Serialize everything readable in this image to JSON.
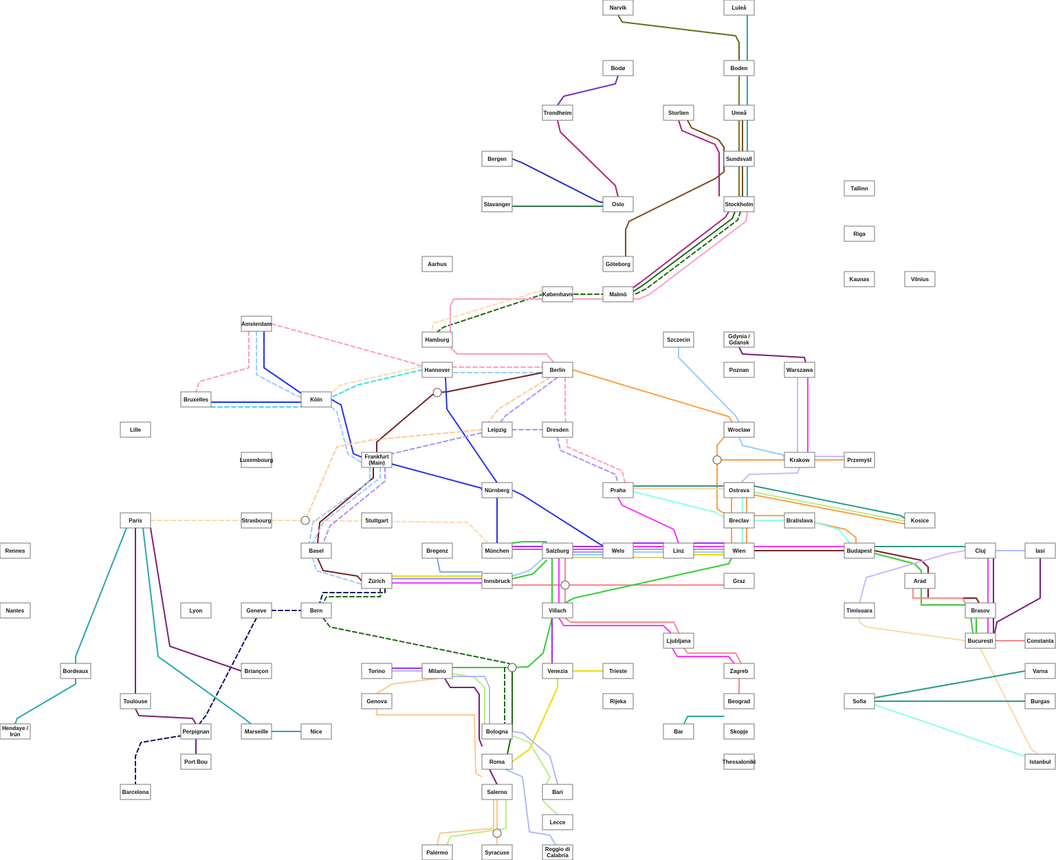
{
  "map": {
    "colors": {
      "olive": "#7a7a1f",
      "teal": "#2aa6b0",
      "darkolive": "#6b6b12",
      "brown": "#7a4a15",
      "purple": "#7a2fbf",
      "magenta": "#b0207c",
      "navy": "#1f2fbf",
      "green": "#2a7a4a",
      "pink": "#ff9cc8",
      "darkgreen": "#1a6a10",
      "blue": "#2233ee",
      "cyan": "#33ddee",
      "lightblue": "#77aaee",
      "orange": "#ffa040",
      "lightorange": "#ffc890",
      "maroon": "#7a1f1f",
      "lavender": "#a890ff",
      "violet": "#9b30ff",
      "lime": "#33cc33",
      "yellow": "#eedd00",
      "salmon": "#ff8888",
      "red": "#cc2222",
      "sky": "#99ccff",
      "mint": "#88ffee",
      "fuchsia": "#ff33ff",
      "dnavy": "#111166",
      "sea": "#2a9a8a",
      "plum": "#7a1f7a",
      "paleorange": "#ffd8a8",
      "palepurple": "#ccb8ff",
      "lightgreen": "#b8ee88",
      "periwinkle": "#b0b8ff"
    },
    "stations": [
      {
        "id": "narvik",
        "label": "Narvik"
      },
      {
        "id": "lulea",
        "label": "Luleå"
      },
      {
        "id": "bodo",
        "label": "Bodø"
      },
      {
        "id": "boden",
        "label": "Boden"
      },
      {
        "id": "trondheim",
        "label": "Trondheim"
      },
      {
        "id": "storlien",
        "label": "Storlien"
      },
      {
        "id": "umea",
        "label": "Umeå"
      },
      {
        "id": "bergen",
        "label": "Bergen"
      },
      {
        "id": "sundsvall",
        "label": "Sundsvall"
      },
      {
        "id": "tallinn",
        "label": "Tallinn"
      },
      {
        "id": "stavanger",
        "label": "Stavanger"
      },
      {
        "id": "oslo",
        "label": "Oslo"
      },
      {
        "id": "stockholm",
        "label": "Stockholm"
      },
      {
        "id": "riga",
        "label": "Riga"
      },
      {
        "id": "aarhus",
        "label": "Aarhus"
      },
      {
        "id": "goteborg",
        "label": "Göteborg"
      },
      {
        "id": "kaunas",
        "label": "Kaunas"
      },
      {
        "id": "vilnius",
        "label": "Vilnius"
      },
      {
        "id": "kobenhavn",
        "label": "København"
      },
      {
        "id": "malmo",
        "label": "Malmö"
      },
      {
        "id": "amsterdam",
        "label": "Amsterdam"
      },
      {
        "id": "hamburg",
        "label": "Hamburg"
      },
      {
        "id": "szczecin",
        "label": "Szczecin"
      },
      {
        "id": "gdynia",
        "label": "Gdynia / Gdansk"
      },
      {
        "id": "hannover",
        "label": "Hannover"
      },
      {
        "id": "berlin",
        "label": "Berlin"
      },
      {
        "id": "poznan",
        "label": "Poznan"
      },
      {
        "id": "warszawa",
        "label": "Warszawa"
      },
      {
        "id": "bruxelles",
        "label": "Bruxelles"
      },
      {
        "id": "koln",
        "label": "Köln"
      },
      {
        "id": "lille",
        "label": "Lille"
      },
      {
        "id": "leipzig",
        "label": "Leipzig"
      },
      {
        "id": "dresden",
        "label": "Dresden"
      },
      {
        "id": "wroclaw",
        "label": "Wroclaw"
      },
      {
        "id": "luxembourg",
        "label": "Luxembourg"
      },
      {
        "id": "frankfurt",
        "label": "Frankfurt (Main)"
      },
      {
        "id": "krakow",
        "label": "Krakow"
      },
      {
        "id": "przemysl",
        "label": "Przemyśl"
      },
      {
        "id": "nurnberg",
        "label": "Nürnberg"
      },
      {
        "id": "praha",
        "label": "Praha"
      },
      {
        "id": "ostrava",
        "label": "Ostrava"
      },
      {
        "id": "paris",
        "label": "Paris"
      },
      {
        "id": "strasbourg",
        "label": "Strasbourg"
      },
      {
        "id": "stuttgart",
        "label": "Stuttgart"
      },
      {
        "id": "breclav",
        "label": "Breclav"
      },
      {
        "id": "bratislava",
        "label": "Bratislava"
      },
      {
        "id": "kosice",
        "label": "Kosice"
      },
      {
        "id": "rennes",
        "label": "Rennes"
      },
      {
        "id": "basel",
        "label": "Basel"
      },
      {
        "id": "bregenz",
        "label": "Bregenz"
      },
      {
        "id": "munchen",
        "label": "München"
      },
      {
        "id": "salzburg",
        "label": "Salzburg"
      },
      {
        "id": "wels",
        "label": "Wels"
      },
      {
        "id": "linz",
        "label": "Linz"
      },
      {
        "id": "wien",
        "label": "Wien"
      },
      {
        "id": "budapest",
        "label": "Budapest"
      },
      {
        "id": "cluj",
        "label": "Cluj"
      },
      {
        "id": "iasi",
        "label": "Iasi"
      },
      {
        "id": "zurich",
        "label": "Zürich"
      },
      {
        "id": "innsbruck",
        "label": "Innsbruck"
      },
      {
        "id": "graz",
        "label": "Graz"
      },
      {
        "id": "arad",
        "label": "Arad"
      },
      {
        "id": "nantes",
        "label": "Nantes"
      },
      {
        "id": "lyon",
        "label": "Lyon"
      },
      {
        "id": "geneve",
        "label": "Geneve"
      },
      {
        "id": "bern",
        "label": "Bern"
      },
      {
        "id": "villach",
        "label": "Villach"
      },
      {
        "id": "timisoara",
        "label": "Timisoara"
      },
      {
        "id": "brasov",
        "label": "Brasov"
      },
      {
        "id": "ljubljana",
        "label": "Ljubljana"
      },
      {
        "id": "bucuresti",
        "label": "Bucuresti"
      },
      {
        "id": "constanta",
        "label": "Constanta"
      },
      {
        "id": "bordeaux",
        "label": "Bordeaux"
      },
      {
        "id": "briancon",
        "label": "Briançon"
      },
      {
        "id": "torino",
        "label": "Torino"
      },
      {
        "id": "milano",
        "label": "Milano"
      },
      {
        "id": "venezia",
        "label": "Venezia"
      },
      {
        "id": "trieste",
        "label": "Trieste"
      },
      {
        "id": "zagreb",
        "label": "Zagreb"
      },
      {
        "id": "varna",
        "label": "Varna"
      },
      {
        "id": "toulouse",
        "label": "Toulouse"
      },
      {
        "id": "genova",
        "label": "Genova"
      },
      {
        "id": "rijeka",
        "label": "Rijeka"
      },
      {
        "id": "beograd",
        "label": "Beograd"
      },
      {
        "id": "sofia",
        "label": "Sofia"
      },
      {
        "id": "burgas",
        "label": "Burgas"
      },
      {
        "id": "hendaye",
        "label": "Hendaye / Irún"
      },
      {
        "id": "perpignan",
        "label": "Perpignan"
      },
      {
        "id": "marseille",
        "label": "Marseille"
      },
      {
        "id": "nice",
        "label": "Nice"
      },
      {
        "id": "bologna",
        "label": "Bologna"
      },
      {
        "id": "bar",
        "label": "Bar"
      },
      {
        "id": "skopje",
        "label": "Skopje"
      },
      {
        "id": "portbou",
        "label": "Port Bou"
      },
      {
        "id": "roma",
        "label": "Roma"
      },
      {
        "id": "thessaloniki",
        "label": "Thessaloniki"
      },
      {
        "id": "istanbul",
        "label": "Istanbul"
      },
      {
        "id": "barcelona",
        "label": "Barcelona"
      },
      {
        "id": "salerno",
        "label": "Salerno"
      },
      {
        "id": "bari",
        "label": "Bari"
      },
      {
        "id": "lecce",
        "label": "Lecce"
      },
      {
        "id": "palermo",
        "label": "Palermo"
      },
      {
        "id": "syracuse",
        "label": "Syracuse"
      },
      {
        "id": "reggio",
        "label": "Reggio di Calabria"
      }
    ]
  }
}
